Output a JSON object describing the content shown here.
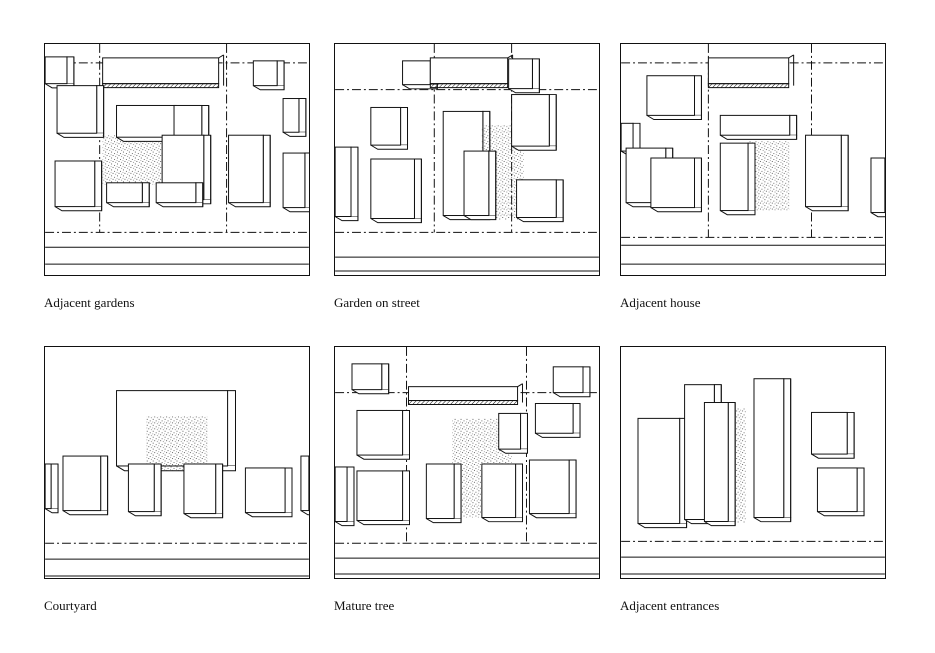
{
  "panels": [
    {
      "caption": "Adjacent gardens"
    },
    {
      "caption": "Garden on street"
    },
    {
      "caption": "Adjacent house"
    },
    {
      "caption": "Courtyard"
    },
    {
      "caption": "Mature tree"
    },
    {
      "caption": "Adjacent entrances"
    }
  ],
  "colors": {
    "line": "#111111",
    "stipple": "#555555",
    "paper": "#ffffff"
  }
}
